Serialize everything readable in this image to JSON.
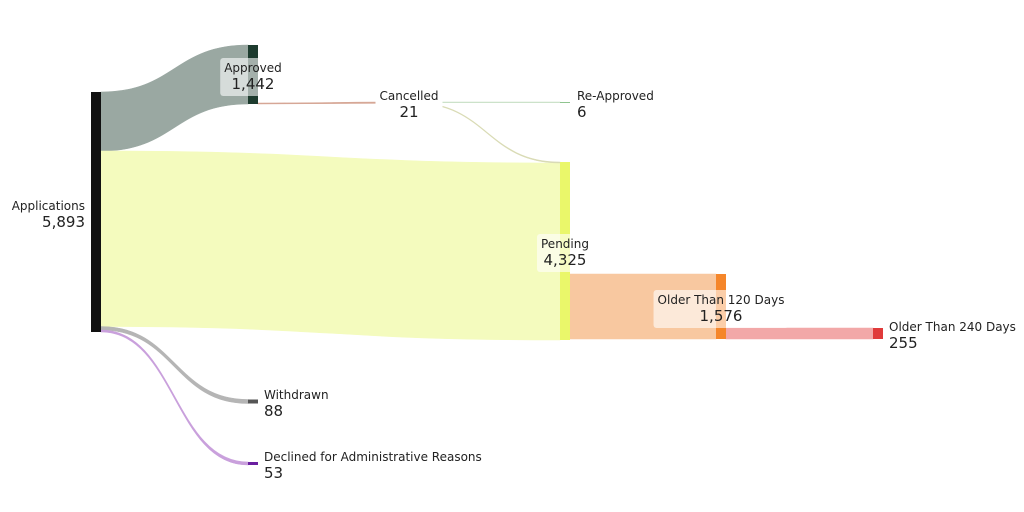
{
  "chart_data": {
    "type": "sankey",
    "title": "",
    "nodes": [
      {
        "id": "applications",
        "label": "Applications",
        "value": "5,893",
        "color": "#111111"
      },
      {
        "id": "approved",
        "label": "Approved",
        "value": "1,442",
        "color": "#1d3b2e"
      },
      {
        "id": "cancelled",
        "label": "Cancelled",
        "value": "21",
        "color": "#c98a6e"
      },
      {
        "id": "reapproved",
        "label": "Re-Approved",
        "value": "6",
        "color": "#8fc48f"
      },
      {
        "id": "pending",
        "label": "Pending",
        "value": "4,325",
        "color": "#eaf76a"
      },
      {
        "id": "older120",
        "label": "Older Than 120 Days",
        "value": "1,576",
        "color": "#f5862a"
      },
      {
        "id": "older240",
        "label": "Older Than 240 Days",
        "value": "255",
        "color": "#e03a3a"
      },
      {
        "id": "withdrawn",
        "label": "Withdrawn",
        "value": "88",
        "color": "#555555"
      },
      {
        "id": "declined",
        "label": "Declined for Administrative Reasons",
        "value": "53",
        "color": "#6a1fa0"
      }
    ],
    "links": [
      {
        "source": "applications",
        "target": "approved",
        "value": 1442,
        "color": "#9aa8a2"
      },
      {
        "source": "applications",
        "target": "pending",
        "value": 4310,
        "color": "#f4fbbe"
      },
      {
        "source": "applications",
        "target": "withdrawn",
        "value": 88,
        "color": "#b5b5b5"
      },
      {
        "source": "applications",
        "target": "declined",
        "value": 53,
        "color": "#c9a0dc"
      },
      {
        "source": "approved",
        "target": "cancelled",
        "value": 21,
        "color": "#d6a796"
      },
      {
        "source": "cancelled",
        "target": "reapproved",
        "value": 6,
        "color": "#c7e0c4"
      },
      {
        "source": "cancelled",
        "target": "pending",
        "value": 15,
        "color": "#d9dbb5"
      },
      {
        "source": "pending",
        "target": "older120",
        "value": 1576,
        "color": "#f8c8a0"
      },
      {
        "source": "older120",
        "target": "older240",
        "value": 255,
        "color": "#f2a8a8"
      }
    ]
  }
}
